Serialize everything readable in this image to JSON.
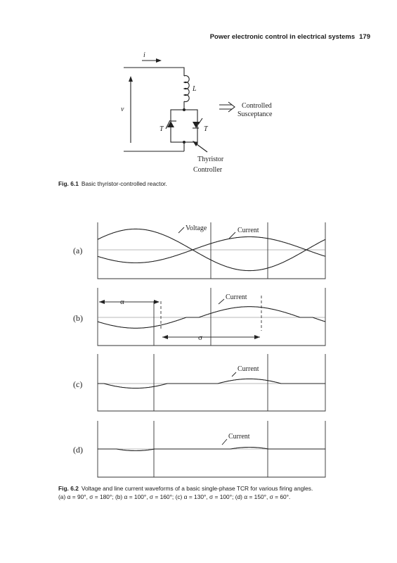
{
  "header": {
    "title": "Power electronic control in electrical systems",
    "page": "179"
  },
  "fig61": {
    "i_label": "i",
    "v_label": "v",
    "L_label": "L",
    "T1_label": "T",
    "T2_label": "T",
    "controlled_line1": "Controlled",
    "controlled_line2": "Susceptance",
    "controller_line1": "Thyristor",
    "controller_line2": "Controller",
    "caption_number": "Fig. 6.1",
    "caption_text": "Basic thyristor-controlled reactor."
  },
  "fig62": {
    "panels": [
      {
        "label": "(a)",
        "alpha_deg": 90,
        "sigma_deg": 180
      },
      {
        "label": "(b)",
        "alpha_deg": 100,
        "sigma_deg": 160
      },
      {
        "label": "(c)",
        "alpha_deg": 130,
        "sigma_deg": 100
      },
      {
        "label": "(d)",
        "alpha_deg": 150,
        "sigma_deg": 60
      }
    ],
    "voltage_label": "Voltage",
    "current_label": "Current",
    "alpha_symbol": "α",
    "sigma_symbol": "σ",
    "caption_number": "Fig. 6.2",
    "caption_line1": "Voltage and line current waveforms of a basic single-phase TCR for various firing angles.",
    "caption_line2": "(a) α = 90°, σ = 180°; (b) α = 100°, σ = 160°; (c) α = 130°, σ = 100°; (d) α = 150°, σ = 60°."
  }
}
